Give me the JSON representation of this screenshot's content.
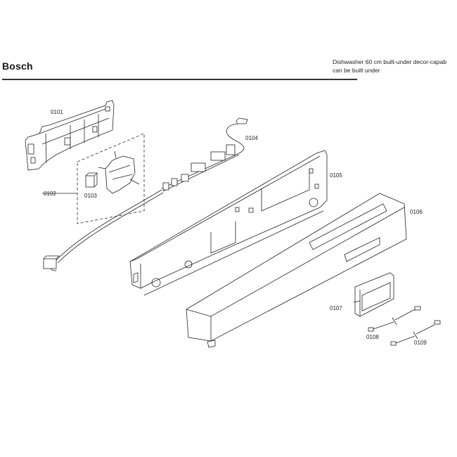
{
  "header": {
    "brand": "Bosch",
    "subtitle_line1": "Dishwasher 60 cm built-under decor-capab",
    "subtitle_line2": "can be built under"
  },
  "parts": [
    {
      "id": "0101",
      "label": "0101"
    },
    {
      "id": "0102",
      "label": "0102"
    },
    {
      "id": "0103",
      "label": "0103"
    },
    {
      "id": "0104",
      "label": "0104"
    },
    {
      "id": "0105",
      "label": "0105"
    },
    {
      "id": "0106",
      "label": "0106"
    },
    {
      "id": "0107",
      "label": "0107"
    },
    {
      "id": "0108",
      "label": "0108"
    },
    {
      "id": "0109",
      "label": "0109"
    }
  ],
  "colors": {
    "line": "#222222",
    "background": "#ffffff"
  }
}
